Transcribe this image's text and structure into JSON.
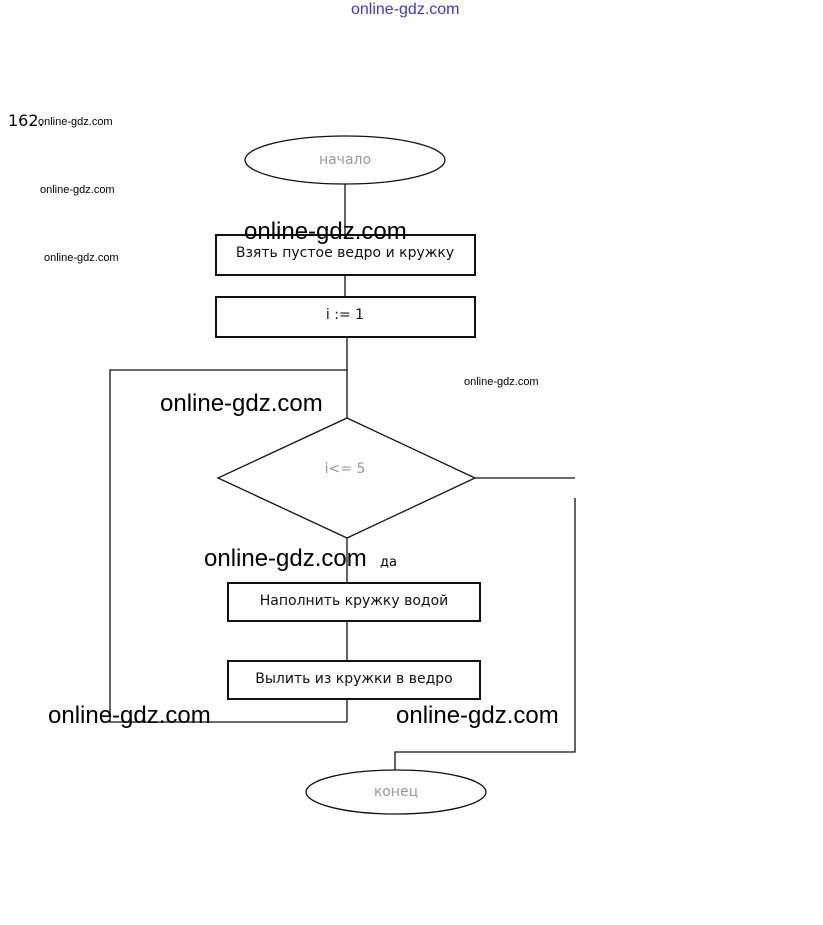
{
  "header_watermark": "online-gdz.com",
  "problem_number": "162.",
  "watermarks": {
    "small_1": "online-gdz.com",
    "small_2": "online-gdz.com",
    "small_3": "online-gdz.com",
    "small_4": "online-gdz.com",
    "big_1": "online-gdz.com",
    "big_2": "online-gdz.com",
    "big_3": "online-gdz.com",
    "big_4": "online-gdz.com",
    "big_5": "online-gdz.com"
  },
  "flowchart": {
    "start": "начало",
    "step1": "Взять пустое ведро и кружку",
    "step2": "i := 1",
    "condition": "i<= 5",
    "yes_label": "да",
    "step3": "Наполнить кружку водой",
    "step4": "Вылить из кружки в ведро",
    "end": "конец"
  },
  "colors": {
    "header_watermark": "#3a3acc"
  }
}
